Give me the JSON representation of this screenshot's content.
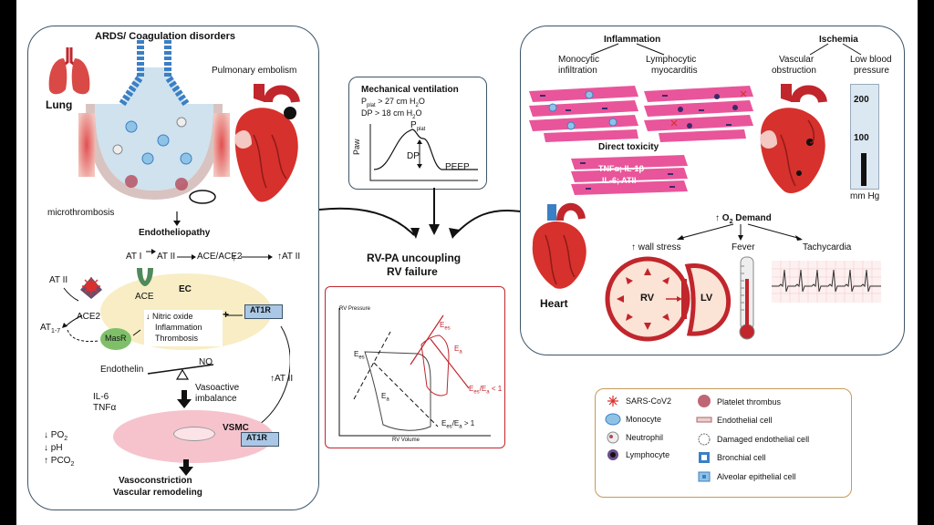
{
  "left": {
    "ards_title": "ARDS/ Coagulation disorders",
    "lung": "Lung",
    "pulmonary_embolism": "Pulmonary embolism",
    "microthrombosis": "microthrombosis",
    "endotheliopathy": "Endotheliopathy",
    "at1": "AT I",
    "at2_top": "AT II",
    "ace_chain": "ACE/ACE2",
    "at2_result": "AT II",
    "at2_left": "AT II",
    "ace": "ACE",
    "ace2": "ACE2",
    "at17": "AT",
    "at17_sub": "1-7",
    "masr": "MasR",
    "ec": "EC",
    "no_effects": [
      "↓ Nitric oxide",
      "Inflammation",
      "Thrombosis"
    ],
    "at1r_top": "AT1R",
    "at2_right": "↑AT II",
    "endothelin": "Endothelin",
    "no": "NO",
    "vasoactive": [
      "Vasoactive",
      "imbalance"
    ],
    "il6": "IL-6",
    "tnfa": "TNFα",
    "po2": "↓ PO",
    "ph": "↓ pH",
    "pco2": "↑ PCO",
    "vsmc": "VSMC",
    "at1r_bottom": "AT1R",
    "outcome": [
      "Vasoconstriction",
      "Vascular remodeling"
    ]
  },
  "center": {
    "mv_title": "Mechanical ventilation",
    "pplat_label": "P",
    "pplat_sub": "plat",
    "pplat_rest": " > 27 cm H",
    "dp_rest": "DP > 18 cm H",
    "h2o_sub": "2",
    "o_char": "O",
    "paw": "Paw",
    "dp": "DP",
    "peep": "PEEP",
    "rvpa": [
      "RV-PA uncoupling",
      "RV failure"
    ],
    "rv_pressure": "RV Pressure",
    "rv_volume": "RV Volume",
    "ees_ea_gt": "E",
    "ees_ea_lt": "E",
    "ea": "E",
    "ees": "E"
  },
  "right": {
    "inflammation": "Inflammation",
    "monocytic": [
      "Monocytic",
      "infiltration"
    ],
    "lymphocytic": [
      "Lymphocytic",
      "myocarditis"
    ],
    "ischemia": "Ischemia",
    "vascular_obstruction": [
      "Vascular",
      "obstruction"
    ],
    "low_bp": [
      "Low blood",
      "pressure"
    ],
    "direct_toxicity": "Direct toxicity",
    "cytokines": [
      "TNFα; IL-1β",
      "IL-6; ATII"
    ],
    "gauge_200": "200",
    "gauge_100": "100",
    "mmhg": "mm Hg",
    "o2_demand": "↑ O",
    "o2_demand_rest": " Demand",
    "wall_stress": "↑ wall stress",
    "fever": "Fever",
    "tachycardia": "Tachycardia",
    "heart": "Heart",
    "rv": "RV",
    "lv": "LV"
  },
  "legend": {
    "col1": [
      "SARS-CoV2",
      "Monocyte",
      "Neutrophil",
      "Lymphocyte"
    ],
    "col2": [
      "Platelet thrombus",
      "Endothelial cell",
      "Damaged endothelial cell",
      "Bronchial cell",
      "Alveolar epithelial cell"
    ]
  },
  "colors": {
    "panel_border": "#3d5568",
    "legend_border": "#c79a59",
    "red": "#c0262c",
    "pink": "#e9559a",
    "blue_cell": "#8fc3e6",
    "green": "#7fbf6a"
  }
}
